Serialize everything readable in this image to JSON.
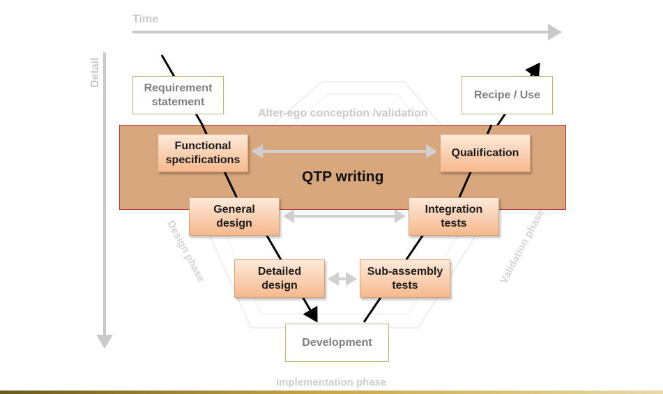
{
  "labels": {
    "time": "Time",
    "detail": "Detail",
    "alter_ego": "Alter-ego conception /validation",
    "design_phase": "Design phase",
    "validation_phase": "Validation phase",
    "implementation_phase": "Implementation phase",
    "qtp_writing": "QTP writing"
  },
  "boxes": {
    "requirement": "Requirement\nstatement",
    "functional": "Functional\nspecifications",
    "general_design": "General\ndesign",
    "detailed_design": "Detailed\ndesign",
    "development": "Development",
    "sub_assembly": "Sub-assembly\ntests",
    "integration": "Integration\ntests",
    "qualification": "Qualification",
    "recipe": "Recipe / Use"
  },
  "colors": {
    "band_fill": "#d9a77e",
    "band_border": "#b0383a",
    "box_gradient_top": "#fde9da",
    "box_gradient_bottom": "#f6b98e",
    "axis_grey": "#c9c9c9",
    "v_line": "#000000"
  }
}
